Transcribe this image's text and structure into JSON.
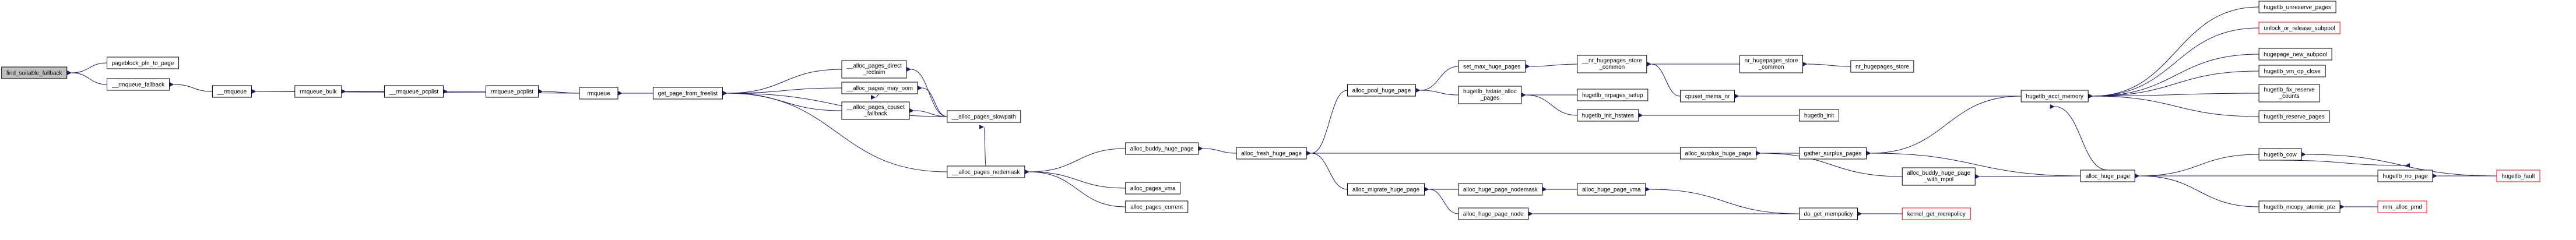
{
  "colors": {
    "node_fill": "#ffffff",
    "node_border": "#000000",
    "root_fill": "#bfbfbf",
    "truncated_border": "#ff0000",
    "edge": "#191970",
    "text": "#000000"
  },
  "nodes": [
    {
      "id": "find_suitable_fallback",
      "label": [
        "find_suitable_fallback"
      ],
      "root": true
    },
    {
      "id": "pageblock_pfn_to_page",
      "label": [
        "pageblock_pfn_to_page"
      ]
    },
    {
      "id": "__rmqueue_fallback",
      "label": [
        "__rmqueue_fallback"
      ]
    },
    {
      "id": "__rmqueue",
      "label": [
        "__rmqueue"
      ]
    },
    {
      "id": "rmqueue_bulk",
      "label": [
        "rmqueue_bulk"
      ]
    },
    {
      "id": "__rmqueue_pcplist",
      "label": [
        "__rmqueue_pcplist"
      ]
    },
    {
      "id": "rmqueue_pcplist",
      "label": [
        "rmqueue_pcplist"
      ]
    },
    {
      "id": "rmqueue",
      "label": [
        "rmqueue"
      ]
    },
    {
      "id": "get_page_from_freelist",
      "label": [
        "get_page_from_freelist"
      ]
    },
    {
      "id": "__alloc_pages_direct_reclaim",
      "label": [
        "__alloc_pages_direct",
        "_reclaim"
      ]
    },
    {
      "id": "__alloc_pages_cpuset_fallback",
      "label": [
        "__alloc_pages_cpuset",
        "_fallback"
      ]
    },
    {
      "id": "__alloc_pages_may_oom",
      "label": [
        "__alloc_pages_may_oom"
      ]
    },
    {
      "id": "__alloc_pages_slowpath",
      "label": [
        "__alloc_pages_slowpath"
      ]
    },
    {
      "id": "__alloc_pages_nodemask",
      "label": [
        "__alloc_pages_nodemask"
      ]
    },
    {
      "id": "alloc_buddy_huge_page",
      "label": [
        "alloc_buddy_huge_page"
      ]
    },
    {
      "id": "alloc_pages_vma",
      "label": [
        "alloc_pages_vma"
      ]
    },
    {
      "id": "alloc_pages_current",
      "label": [
        "alloc_pages_current"
      ]
    },
    {
      "id": "alloc_fresh_huge_page",
      "label": [
        "alloc_fresh_huge_page"
      ]
    },
    {
      "id": "alloc_pool_huge_page",
      "label": [
        "alloc_pool_huge_page"
      ]
    },
    {
      "id": "alloc_migrate_huge_page",
      "label": [
        "alloc_migrate_huge_page"
      ]
    },
    {
      "id": "set_max_huge_pages",
      "label": [
        "set_max_huge_pages"
      ]
    },
    {
      "id": "hugetlb_hstate_alloc_pages",
      "label": [
        "hugetlb_hstate_alloc",
        "_pages"
      ]
    },
    {
      "id": "alloc_surplus_huge_page",
      "label": [
        "alloc_surplus_huge_page"
      ]
    },
    {
      "id": "alloc_huge_page_nodemask",
      "label": [
        "alloc_huge_page_nodemask"
      ]
    },
    {
      "id": "alloc_huge_page_node",
      "label": [
        "alloc_huge_page_node"
      ]
    },
    {
      "id": "__nr_hugepages_store_common",
      "label": [
        "__nr_hugepages_store",
        "_common"
      ]
    },
    {
      "id": "cpuset_mems_nr",
      "label": [
        "cpuset_mems_nr"
      ]
    },
    {
      "id": "hugetlb_hstate_alloc_pages_setup",
      "label": [
        "hugetlb_nrpages_setup"
      ]
    },
    {
      "id": "hugetlb_init_hstates",
      "label": [
        "hugetlb_init_hstates"
      ]
    },
    {
      "id": "gather_surplus_pages",
      "label": [
        "gather_surplus_pages"
      ]
    },
    {
      "id": "alloc_buddy_huge_page_with_mpol",
      "label": [
        "alloc_buddy_huge_page",
        "_with_mpol"
      ]
    },
    {
      "id": "alloc_huge_page_vma",
      "label": [
        "alloc_huge_page_vma"
      ]
    },
    {
      "id": "do_get_mempolicy",
      "label": [
        "do_get_mempolicy"
      ]
    },
    {
      "id": "kernel_get_mempolicy",
      "label": [
        "kernel_get_mempolicy"
      ],
      "truncated": true
    },
    {
      "id": "nr_hugepages_store_common",
      "label": [
        "nr_hugepages_store",
        "_common"
      ]
    },
    {
      "id": "nr_hugepages_store",
      "label": [
        "nr_hugepages_store"
      ]
    },
    {
      "id": "hugetlb_init",
      "label": [
        "hugetlb_init"
      ]
    },
    {
      "id": "hugetlb_acct_memory",
      "label": [
        "hugetlb_acct_memory"
      ]
    },
    {
      "id": "alloc_huge_page",
      "label": [
        "alloc_huge_page"
      ]
    },
    {
      "id": "hugetlb_unreserve_pages",
      "label": [
        "hugetlb_unreserve_pages"
      ]
    },
    {
      "id": "unlock_or_release_subpool",
      "label": [
        "unlock_or_release_subpool"
      ],
      "truncated": true
    },
    {
      "id": "hugepage_new_subpool",
      "label": [
        "hugepage_new_subpool"
      ]
    },
    {
      "id": "hugetlb_vm_op_close",
      "label": [
        "hugetlb_vm_op_close"
      ]
    },
    {
      "id": "hugetlb_fix_reserve_counts",
      "label": [
        "hugetlb_fix_reserve",
        "_counts"
      ]
    },
    {
      "id": "hugetlb_reserve_pages",
      "label": [
        "hugetlb_reserve_pages"
      ]
    },
    {
      "id": "hugetlb_cow",
      "label": [
        "hugetlb_cow"
      ]
    },
    {
      "id": "hugetlb_no_page",
      "label": [
        "hugetlb_no_page"
      ]
    },
    {
      "id": "hugetlb_mcopy_atomic_pte",
      "label": [
        "hugetlb_mcopy_atomic_pte"
      ]
    },
    {
      "id": "hugetlb_fault",
      "label": [
        "hugetlb_fault"
      ],
      "truncated": true
    },
    {
      "id": "mm_alloc_pmd",
      "label": [
        "mm_alloc_pmd"
      ],
      "truncated": true
    }
  ],
  "edges": [
    [
      "pageblock_pfn_to_page",
      "find_suitable_fallback"
    ],
    [
      "__rmqueue_fallback",
      "find_suitable_fallback"
    ],
    [
      "__rmqueue",
      "__rmqueue_fallback"
    ],
    [
      "rmqueue_bulk",
      "__rmqueue"
    ],
    [
      "rmqueue",
      "__rmqueue"
    ],
    [
      "__rmqueue_pcplist",
      "rmqueue_bulk"
    ],
    [
      "rmqueue_pcplist",
      "__rmqueue_pcplist"
    ],
    [
      "rmqueue",
      "rmqueue_pcplist"
    ],
    [
      "get_page_from_freelist",
      "rmqueue"
    ],
    [
      "__alloc_pages_direct_reclaim",
      "get_page_from_freelist"
    ],
    [
      "__alloc_pages_cpuset_fallback",
      "get_page_from_freelist"
    ],
    [
      "__alloc_pages_may_oom",
      "get_page_from_freelist"
    ],
    [
      "__alloc_pages_slowpath",
      "get_page_from_freelist"
    ],
    [
      "__alloc_pages_nodemask",
      "get_page_from_freelist"
    ],
    [
      "__alloc_pages_slowpath",
      "__alloc_pages_direct_reclaim"
    ],
    [
      "__alloc_pages_may_oom",
      "__alloc_pages_cpuset_fallback"
    ],
    [
      "__alloc_pages_slowpath",
      "__alloc_pages_cpuset_fallback"
    ],
    [
      "__alloc_pages_slowpath",
      "__alloc_pages_may_oom"
    ],
    [
      "__alloc_pages_nodemask",
      "__alloc_pages_slowpath"
    ],
    [
      "alloc_buddy_huge_page",
      "__alloc_pages_nodemask"
    ],
    [
      "alloc_pages_vma",
      "__alloc_pages_nodemask"
    ],
    [
      "alloc_pages_current",
      "__alloc_pages_nodemask"
    ],
    [
      "alloc_fresh_huge_page",
      "alloc_buddy_huge_page"
    ],
    [
      "alloc_pool_huge_page",
      "alloc_fresh_huge_page"
    ],
    [
      "alloc_migrate_huge_page",
      "alloc_fresh_huge_page"
    ],
    [
      "alloc_surplus_huge_page",
      "alloc_fresh_huge_page"
    ],
    [
      "set_max_huge_pages",
      "alloc_pool_huge_page"
    ],
    [
      "hugetlb_hstate_alloc_pages",
      "alloc_pool_huge_page"
    ],
    [
      "alloc_huge_page_nodemask",
      "alloc_migrate_huge_page"
    ],
    [
      "alloc_huge_page_node",
      "alloc_migrate_huge_page"
    ],
    [
      "__nr_hugepages_store_common",
      "set_max_huge_pages"
    ],
    [
      "hugetlb_hstate_alloc_pages_setup",
      "hugetlb_hstate_alloc_pages"
    ],
    [
      "hugetlb_init_hstates",
      "hugetlb_hstate_alloc_pages"
    ],
    [
      "gather_surplus_pages",
      "alloc_surplus_huge_page"
    ],
    [
      "alloc_buddy_huge_page_with_mpol",
      "alloc_surplus_huge_page"
    ],
    [
      "alloc_huge_page_vma",
      "alloc_huge_page_nodemask"
    ],
    [
      "do_get_mempolicy",
      "alloc_huge_page_vma"
    ],
    [
      "do_get_mempolicy",
      "alloc_huge_page_node"
    ],
    [
      "kernel_get_mempolicy",
      "do_get_mempolicy"
    ],
    [
      "nr_hugepages_store_common",
      "__nr_hugepages_store_common"
    ],
    [
      "cpuset_mems_nr",
      "__nr_hugepages_store_common"
    ],
    [
      "nr_hugepages_store",
      "nr_hugepages_store_common"
    ],
    [
      "hugetlb_acct_memory",
      "cpuset_mems_nr"
    ],
    [
      "hugetlb_init",
      "hugetlb_init_hstates"
    ],
    [
      "hugetlb_acct_memory",
      "gather_surplus_pages"
    ],
    [
      "alloc_huge_page",
      "gather_surplus_pages"
    ],
    [
      "alloc_huge_page",
      "alloc_buddy_huge_page_with_mpol"
    ],
    [
      "hugetlb_unreserve_pages",
      "hugetlb_acct_memory"
    ],
    [
      "unlock_or_release_subpool",
      "hugetlb_acct_memory"
    ],
    [
      "hugepage_new_subpool",
      "hugetlb_acct_memory"
    ],
    [
      "hugetlb_vm_op_close",
      "hugetlb_acct_memory"
    ],
    [
      "hugetlb_fix_reserve_counts",
      "hugetlb_acct_memory"
    ],
    [
      "hugetlb_reserve_pages",
      "hugetlb_acct_memory"
    ],
    [
      "alloc_huge_page",
      "hugetlb_acct_memory"
    ],
    [
      "hugetlb_cow",
      "alloc_huge_page"
    ],
    [
      "hugetlb_no_page",
      "alloc_huge_page"
    ],
    [
      "hugetlb_mcopy_atomic_pte",
      "alloc_huge_page"
    ],
    [
      "hugetlb_fault",
      "hugetlb_cow"
    ],
    [
      "hugetlb_fault",
      "hugetlb_no_page"
    ],
    [
      "hugetlb_cow",
      "hugetlb_no_page"
    ],
    [
      "mm_alloc_pmd",
      "hugetlb_mcopy_atomic_pte"
    ]
  ]
}
